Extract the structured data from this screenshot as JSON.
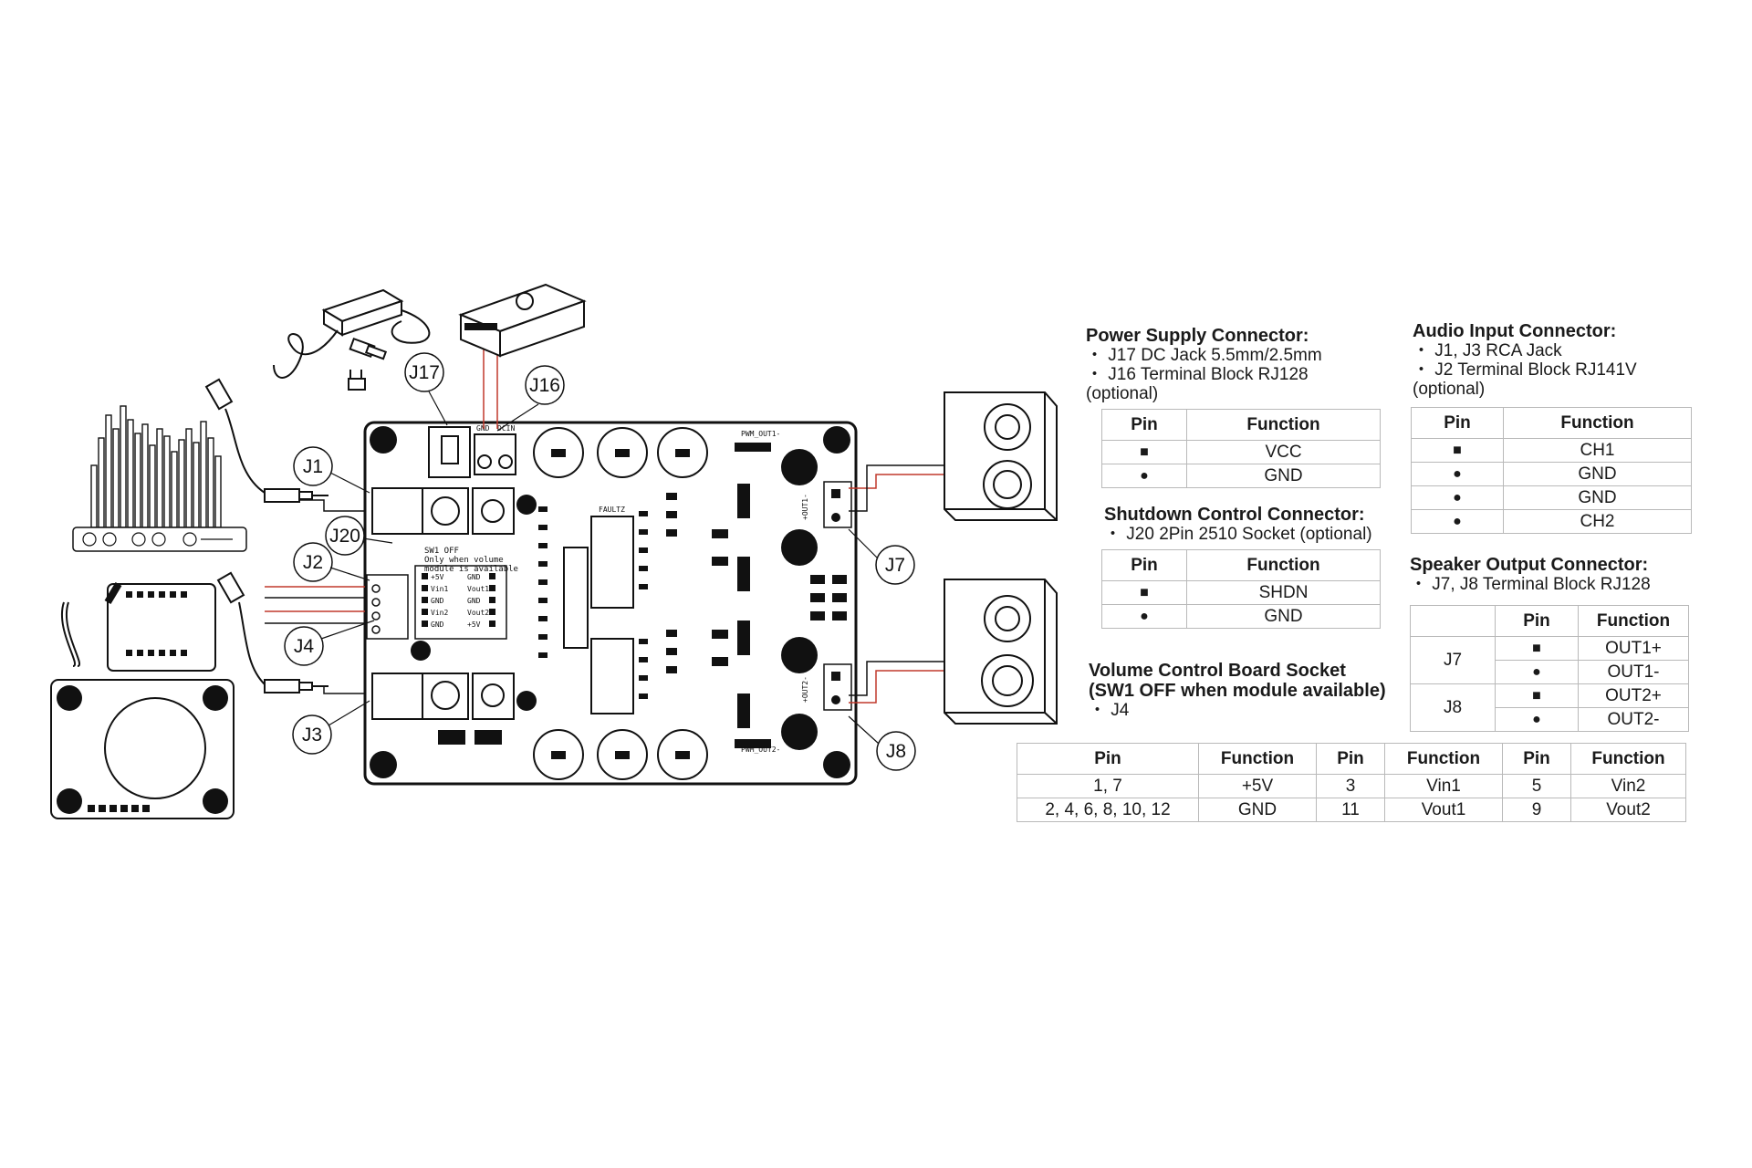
{
  "hardware_labels": {
    "j1": "J1",
    "j2": "J2",
    "j3": "J3",
    "j4": "J4",
    "j7": "J7",
    "j8": "J8",
    "j16": "J16",
    "j17": "J17",
    "j20": "J20"
  },
  "pcb": {
    "sw1_note": [
      "SW1 OFF",
      "Only when volume",
      "module is available"
    ],
    "j4_pins_left": [
      "+5V",
      "Vin1",
      "GND",
      "Vin2",
      "GND"
    ],
    "j4_pins_right": [
      "GND",
      "Vout1",
      "GND",
      "Vout2",
      "+5V"
    ],
    "terminal_labels": [
      "GND",
      "DCIN"
    ],
    "out_labels": [
      "+OUT1-",
      "+OUT2-"
    ],
    "faultz_label": "FAULTZ",
    "pwm_labels": [
      "PWM_OUT1-",
      "PWM_OUT2-"
    ]
  },
  "power_supply": {
    "title": "Power Supply Connector:",
    "lines": [
      "・ J17 DC Jack 5.5mm/2.5mm",
      "・ J16 Terminal Block RJ128",
      "(optional)"
    ],
    "headers": [
      "Pin",
      "Function"
    ],
    "rows": [
      {
        "pin": "■",
        "function": "VCC"
      },
      {
        "pin": "●",
        "function": "GND"
      }
    ]
  },
  "shutdown": {
    "title": "Shutdown Control Connector:",
    "lines": [
      "・ J20 2Pin 2510 Socket (optional)"
    ],
    "headers": [
      "Pin",
      "Function"
    ],
    "rows": [
      {
        "pin": "■",
        "function": "SHDN"
      },
      {
        "pin": "●",
        "function": "GND"
      }
    ]
  },
  "audio_input": {
    "title": "Audio Input Connector:",
    "lines": [
      "・ J1, J3 RCA Jack",
      "・ J2 Terminal Block RJ141V",
      "(optional)"
    ],
    "headers": [
      "Pin",
      "Function"
    ],
    "rows": [
      {
        "pin": "■",
        "function": "CH1"
      },
      {
        "pin": "●",
        "function": "GND"
      },
      {
        "pin": "●",
        "function": "GND"
      },
      {
        "pin": "●",
        "function": "CH2"
      }
    ]
  },
  "speaker_output": {
    "title": "Speaker Output Connector:",
    "lines": [
      "・ J7, J8 Terminal Block RJ128"
    ],
    "headers": [
      "",
      "Pin",
      "Function"
    ],
    "groups": [
      {
        "name": "J7",
        "rows": [
          {
            "pin": "■",
            "function": "OUT1+"
          },
          {
            "pin": "●",
            "function": "OUT1-"
          }
        ]
      },
      {
        "name": "J8",
        "rows": [
          {
            "pin": "■",
            "function": "OUT2+"
          },
          {
            "pin": "●",
            "function": "OUT2-"
          }
        ]
      }
    ]
  },
  "volume_control": {
    "title_lines": [
      "Volume Control Board Socket",
      "(SW1 OFF when module available)"
    ],
    "lines": [
      "・ J4"
    ],
    "headers": [
      "Pin",
      "Function",
      "Pin",
      "Function",
      "Pin",
      "Function"
    ],
    "rows": [
      [
        "1, 7",
        "+5V",
        "3",
        "Vin1",
        "5",
        "Vin2"
      ],
      [
        "2, 4, 6, 8, 10, 12",
        "GND",
        "11",
        "Vout1",
        "9",
        "Vout2"
      ]
    ]
  },
  "colors": {
    "line": "#111111",
    "wire_red": "#c0392b",
    "table_border": "#b9b9b9"
  }
}
